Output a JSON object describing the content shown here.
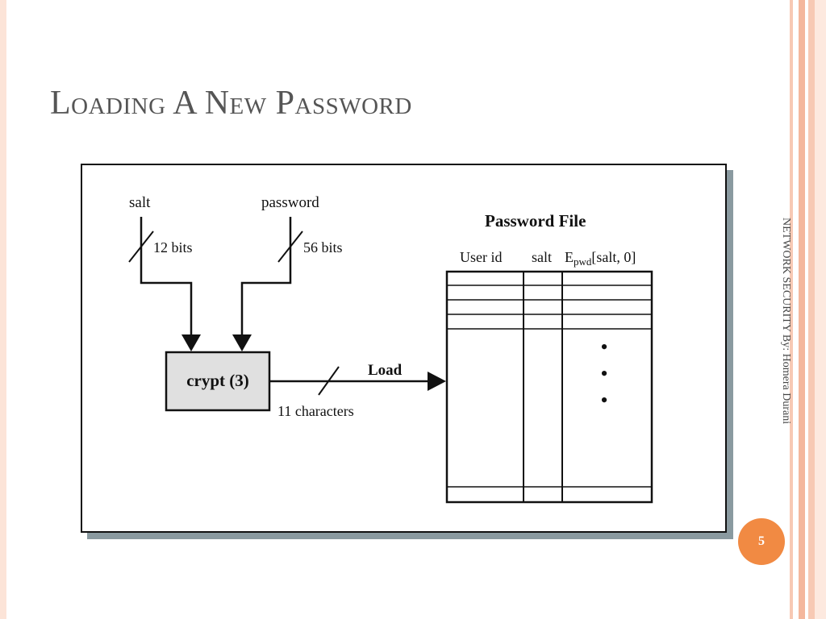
{
  "slide": {
    "title": "Loading A New Password",
    "side_footer": "NETWORK SECURITY  By: Homera Durani",
    "page_number": "5"
  },
  "diagram": {
    "salt_label": "salt",
    "password_label": "password",
    "salt_bits": "12 bits",
    "password_bits": "56 bits",
    "crypt_box": "crypt (3)",
    "load_label": "Load",
    "chars_label": "11 characters",
    "file_title": "Password File",
    "col_userid": "User id",
    "col_salt": "salt",
    "col_epwd_main": "E",
    "col_epwd_sub": "pwd",
    "col_epwd_args": "[salt, 0]",
    "ellipsis": [
      "•",
      "•",
      "•"
    ]
  },
  "colors": {
    "accent": "#f18a43",
    "stripe": "#f4b79d",
    "crypt_fill": "#e0e0e0",
    "frame_shadow": "#8a9aa0"
  }
}
